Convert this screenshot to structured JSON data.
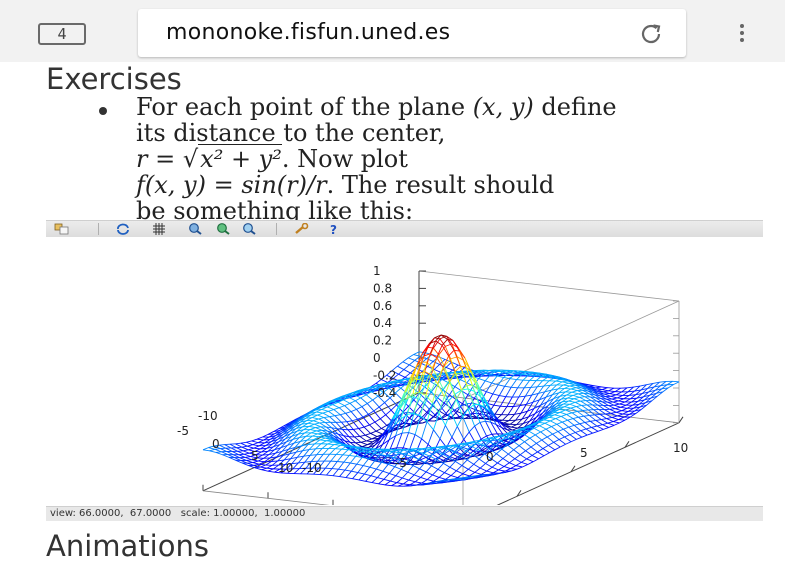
{
  "browser": {
    "tab_count": "4",
    "url": "mononoke.fisfun.uned.es",
    "reload_icon": "reload-icon",
    "menu_icon": "vertical-dots-menu-icon"
  },
  "page": {
    "heading_exercises": "Exercises",
    "bullet": {
      "line1_a": "For each point of the plane ",
      "line1_math": "(x, y)",
      "line1_b": " define",
      "line2": "its distance to the center,",
      "line3_math_r": "r",
      "line3_eq": " = ",
      "line3_sqrt": "x² + y²",
      "line3_b": ". Now plot",
      "line4_math_f": "f(x, y)",
      "line4_eq": " = ",
      "line4_sin": "sin(r)/r",
      "line4_b": ". The result should",
      "line5": "be something like this:"
    },
    "heading_animations": "Animations"
  },
  "plot_window": {
    "toolbar_icons": [
      "copy-icon",
      "rotate-icon",
      "grid-icon",
      "zoom-prev-icon",
      "zoom-next-icon",
      "zoom-unzoom-icon",
      "settings-wrench-icon",
      "help-icon"
    ],
    "status_text": "view: 66.0000,  67.0000   scale: 1.00000,  1.00000"
  },
  "chart_data": {
    "type": "surface",
    "function": "sin(r)/r",
    "x_range": [
      -10,
      10
    ],
    "y_range": [
      -10,
      10
    ],
    "z_range": [
      -0.4,
      1
    ],
    "view": [
      66.0,
      67.0
    ],
    "scale": [
      1.0,
      1.0
    ],
    "z_ticks": [
      "1",
      "0.8",
      "0.6",
      "0.4",
      "0.2",
      "0",
      "-0.2",
      "-0.4"
    ],
    "x_ticks": [
      "-10",
      "-5",
      "0",
      "5",
      "10"
    ],
    "y_ticks": [
      "-10",
      "-5",
      "0",
      "5",
      "10"
    ]
  }
}
